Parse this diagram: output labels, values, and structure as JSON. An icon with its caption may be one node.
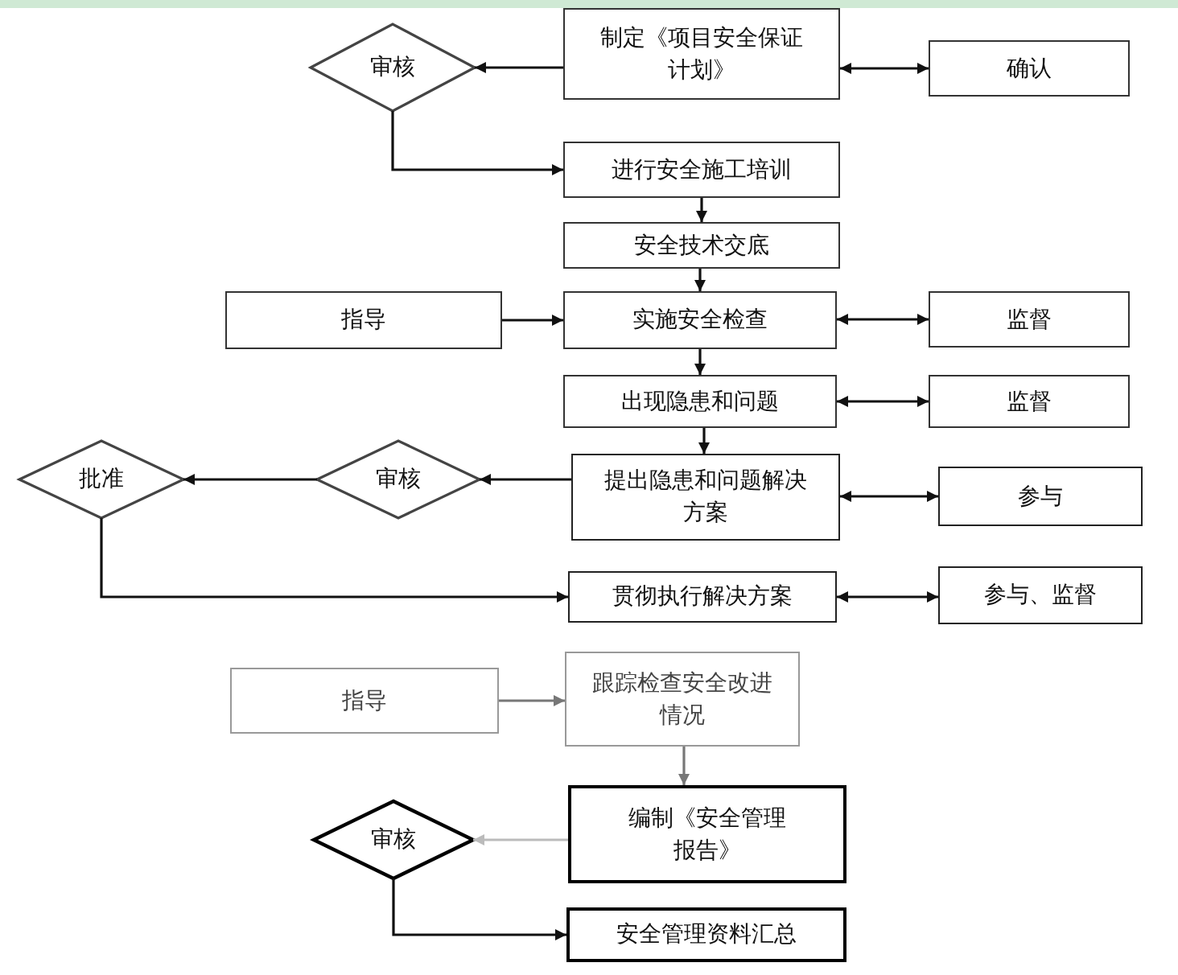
{
  "diagram": {
    "nodes": [
      {
        "text": [
          "制定《项目安全保证计划》"
        ]
      },
      {
        "text": [
          "审核"
        ]
      },
      {
        "text": [
          "确认"
        ]
      },
      {
        "text": [
          "进行安全施工培训"
        ]
      },
      {
        "text": [
          "安全技术交底"
        ]
      },
      {
        "text": [
          "指导"
        ]
      },
      {
        "text": [
          "实施安全检查"
        ]
      },
      {
        "text": [
          "监督"
        ]
      },
      {
        "text": [
          "出现隐患和问题"
        ]
      },
      {
        "text": [
          "监督"
        ]
      },
      {
        "text": [
          "提出隐患和问题解决方案"
        ]
      },
      {
        "text": [
          "审核"
        ]
      },
      {
        "text": [
          "批准"
        ]
      },
      {
        "text": [
          "参与"
        ]
      },
      {
        "text": [
          "贯彻执行解决方案"
        ]
      },
      {
        "text": [
          "参与、监督"
        ]
      },
      {
        "text": [
          "指导"
        ]
      },
      {
        "text": [
          "跟踪检查安全改进情况"
        ]
      },
      {
        "text": [
          "编制《安全管理报告》"
        ]
      },
      {
        "text": [
          "审核"
        ]
      },
      {
        "text": [
          "安全管理资料汇总"
        ]
      }
    ],
    "edges": [
      {
        "from": 0,
        "to": 1,
        "arrow": "to"
      },
      {
        "from": 1,
        "to": 3,
        "arrow": "to"
      },
      {
        "from": 0,
        "to": 2,
        "arrow": "both"
      },
      {
        "from": 3,
        "to": 4,
        "arrow": "to"
      },
      {
        "from": 4,
        "to": 6,
        "arrow": "to"
      },
      {
        "from": 5,
        "to": 6,
        "arrow": "to"
      },
      {
        "from": 6,
        "to": 7,
        "arrow": "both"
      },
      {
        "from": 6,
        "to": 8,
        "arrow": "to"
      },
      {
        "from": 8,
        "to": 9,
        "arrow": "both"
      },
      {
        "from": 8,
        "to": 10,
        "arrow": "to"
      },
      {
        "from": 10,
        "to": 11,
        "arrow": "to"
      },
      {
        "from": 11,
        "to": 12,
        "arrow": "to"
      },
      {
        "from": 10,
        "to": 13,
        "arrow": "both"
      },
      {
        "from": 12,
        "to": 14,
        "arrow": "to"
      },
      {
        "from": 14,
        "to": 15,
        "arrow": "both"
      },
      {
        "from": 16,
        "to": 17,
        "arrow": "to",
        "color": "#777777"
      },
      {
        "from": 17,
        "to": 18,
        "arrow": "to",
        "color": "#777777"
      },
      {
        "from": 18,
        "to": 19,
        "arrow": "to",
        "color": "#bbbbbb"
      },
      {
        "from": 19,
        "to": 20,
        "arrow": "to"
      }
    ]
  }
}
